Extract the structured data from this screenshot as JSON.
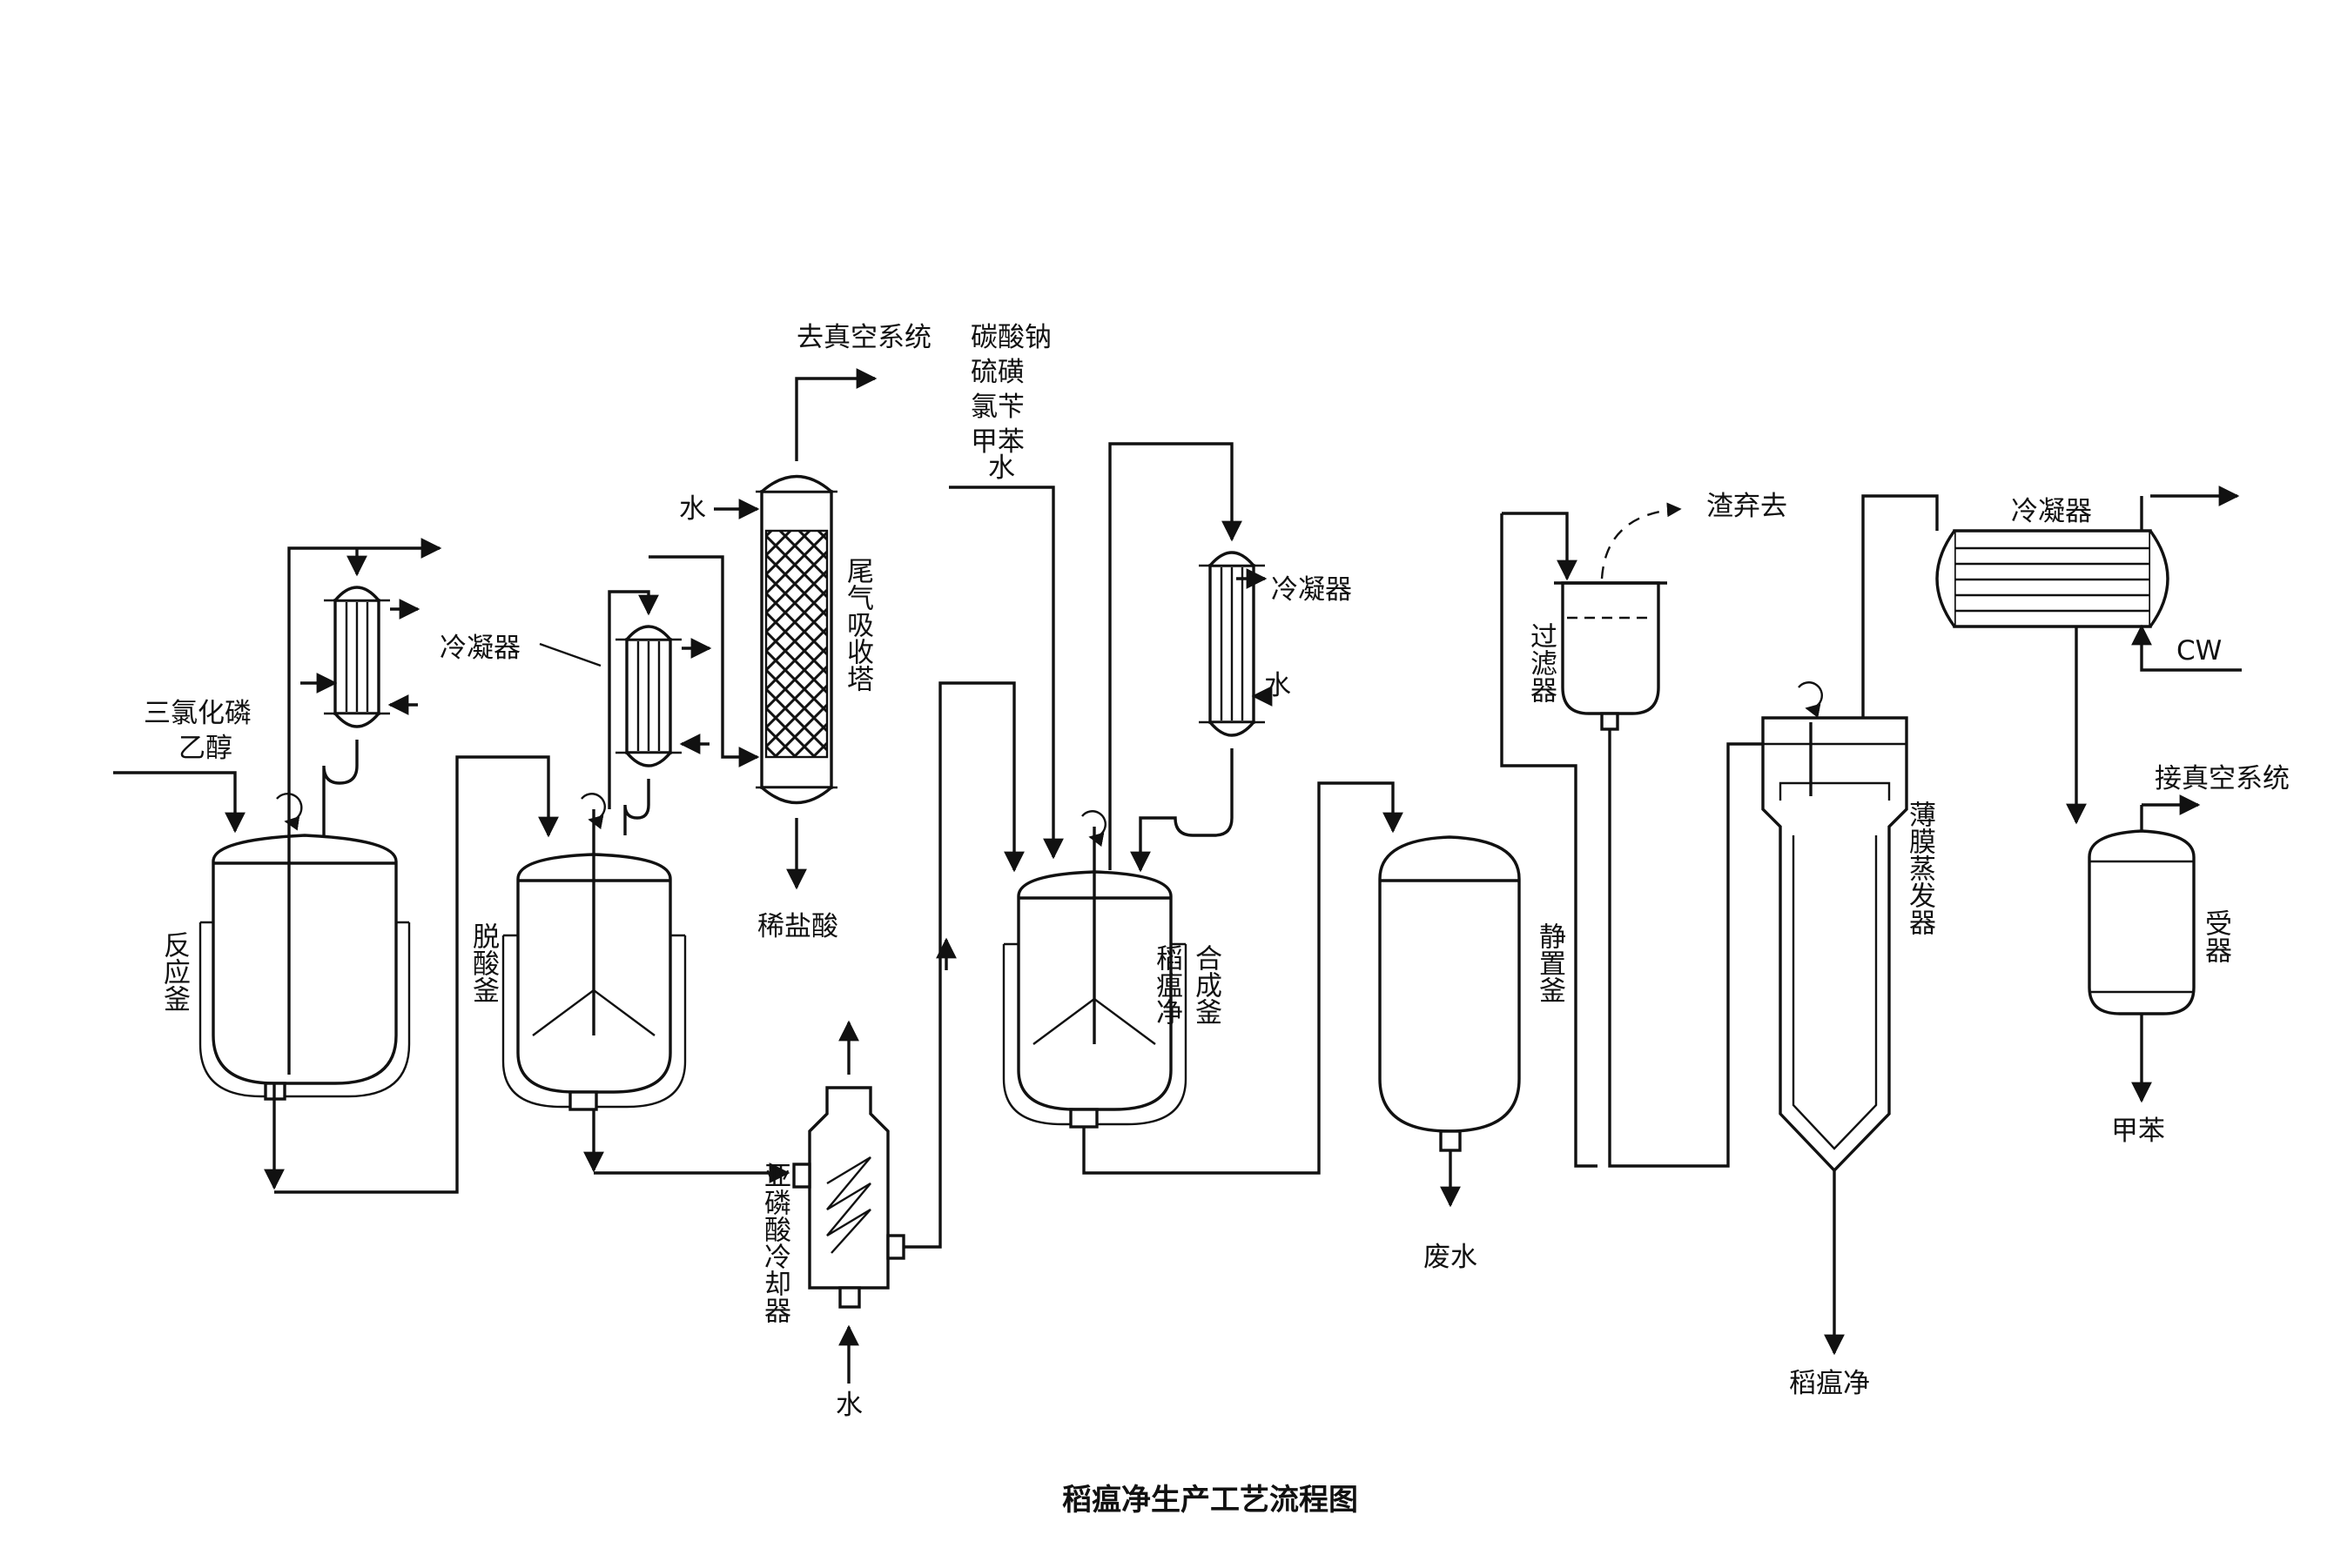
{
  "title": "稻瘟净生产工艺流程图",
  "labels": {
    "reactant_feed": [
      "三氯化磷",
      "乙醇"
    ],
    "reactor": "反应釜",
    "condenser": "冷凝器",
    "vacuum_out": "去真空系统",
    "water": "水",
    "tail_gas_tower": "尾气吸收塔",
    "dilute_hcl": "稀盐酸",
    "deacid_kettle": "脱酸釜",
    "feeds_synthesis": [
      "碳酸钠",
      "硫磺",
      "氯苄",
      "甲苯",
      "水"
    ],
    "phosphite_cooler": "亚磷酸冷却器",
    "synthesis_kettle_a": "稻瘟净",
    "synthesis_kettle_b": "合成釜",
    "settling_tank": "静置釜",
    "waste_water": "废水",
    "residue": "渣弃去",
    "filter": "过滤器",
    "film_evaporator": "薄膜蒸发器",
    "product": "稻瘟净",
    "cw": "CW",
    "vacuum_in": "接真空系统",
    "receiver": "受器",
    "toluene": "甲苯"
  }
}
